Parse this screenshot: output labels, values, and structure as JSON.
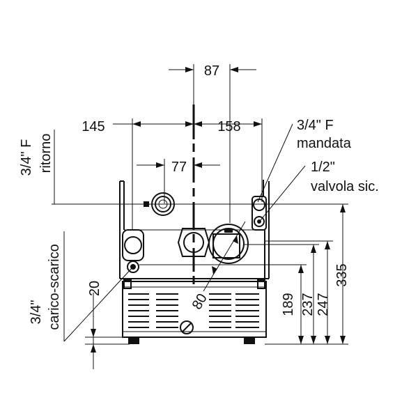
{
  "labels": {
    "dim_87": "87",
    "dim_145": "145",
    "dim_158": "158",
    "dim_77": "77",
    "dim_80": "80",
    "dim_20": "20",
    "dim_189": "189",
    "dim_237": "237",
    "dim_247": "247",
    "dim_335": "335",
    "mandata_size": "3/4\" F",
    "mandata_name": "mandata",
    "valvola_size": "1/2\"",
    "valvola_name": "valvola sic.",
    "ritorno_size": "3/4\" F",
    "ritorno_name": "ritorno",
    "carico_size": "3/4\"",
    "carico_name": "carico-scarico"
  },
  "colors": {
    "ink": "#111111",
    "background": "#ffffff"
  }
}
